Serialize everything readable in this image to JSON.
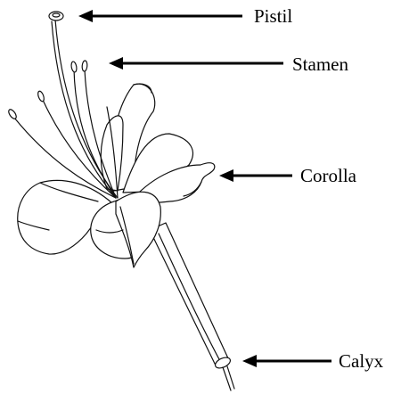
{
  "labels": {
    "pistil": "Pistil",
    "stamen": "Stamen",
    "corolla": "Corolla",
    "calyx": "Calyx"
  },
  "colors": {
    "ink": "#111111",
    "background": "#ffffff"
  }
}
